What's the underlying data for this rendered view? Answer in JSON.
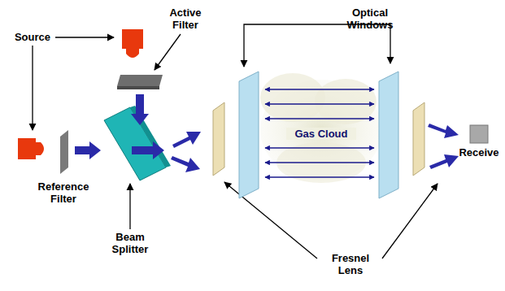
{
  "diagram": {
    "labels": [
      "Source",
      "Active Filter",
      "Optical Windows",
      "Reference Filter",
      "Gas Cloud",
      "Receive",
      "Beam Splitter",
      "Fresnel Lens"
    ]
  }
}
